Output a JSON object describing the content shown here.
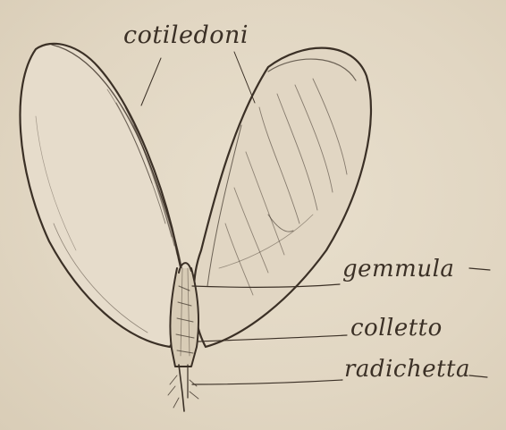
{
  "labels": {
    "cotiledoni": "cotiledoni",
    "gemmula": "gemmula",
    "colletto": "colletto",
    "radichetta": "radichetta"
  },
  "colors": {
    "paper": "#e3d9c6",
    "ink": "#3b3026"
  }
}
